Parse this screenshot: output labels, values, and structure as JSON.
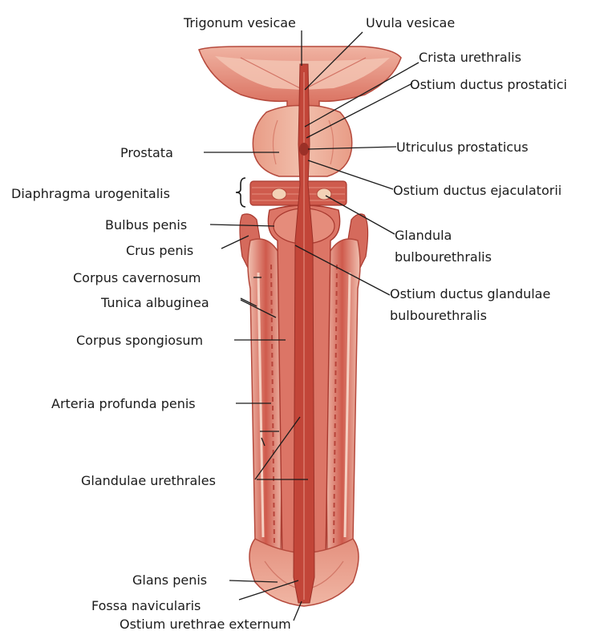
{
  "labels": {
    "trigonum_vesicae": "Trigonum vesicae",
    "uvula_vesicae": "Uvula vesicae",
    "crista_urethralis": "Crista urethralis",
    "ostium_ductus_prostatici": "Ostium ductus prostatici",
    "prostata": "Prostata",
    "utriculus_prostaticus": "Utriculus prostaticus",
    "diaphragma_urogenitalis": "Diaphragma urogenitalis",
    "ostium_ductus_ejaculatorii": "Ostium ductus ejaculatorii",
    "bulbus_penis": "Bulbus penis",
    "glandula_bulbourethralis_1": "Glandula",
    "glandula_bulbourethralis_2": "bulbourethralis",
    "crus_penis": "Crus penis",
    "corpus_cavernosum": "Corpus cavernosum",
    "ostium_ductus_glandulae_1": "Ostium ductus glandulae",
    "ostium_ductus_glandulae_2": "bulbourethralis",
    "tunica_albuginea": "Tunica albuginea",
    "corpus_spongiosum": "Corpus spongiosum",
    "arteria_profunda_penis": "Arteria profunda penis",
    "glandulae_urethrales": "Glandulae urethrales",
    "glans_penis": "Glans penis",
    "fossa_navicularis": "Fossa navicularis",
    "ostium_urethrae_externum": "Ostium urethrae externum"
  },
  "colors": {
    "tissue_main": "#d9675a",
    "tissue_light": "#efae9f",
    "tissue_dark": "#b8443a",
    "urethra": "#c94b40",
    "leader_line": "#1b1b1b"
  }
}
